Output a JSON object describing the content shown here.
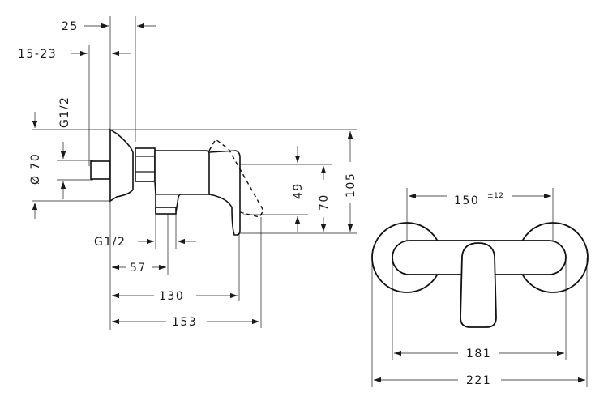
{
  "side_view": {
    "dim_25": "25",
    "dim_15_23": "15-23",
    "dim_g12_top": "G1/2",
    "dim_d70": "Ø 70",
    "dim_g12_bottom": "G1/2",
    "dim_49": "49",
    "dim_70": "70",
    "dim_105": "105",
    "dim_57": "57",
    "dim_130": "130",
    "dim_153": "153"
  },
  "front_view": {
    "dim_150": "150",
    "dim_150_tol": "±12",
    "dim_181": "181",
    "dim_221": "221"
  }
}
